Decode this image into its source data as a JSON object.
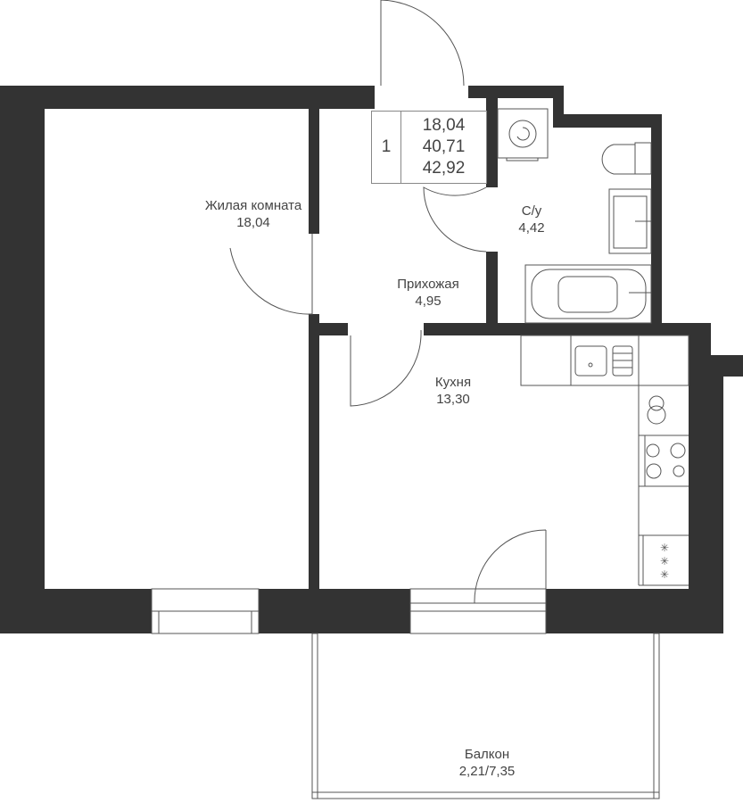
{
  "summary": {
    "rooms": "1",
    "living_area": "18,04",
    "total_area": "40,71",
    "total_with_balcony": "42,92"
  },
  "rooms": [
    {
      "name": "Жилая комната",
      "area": "18,04"
    },
    {
      "name": "Прихожая",
      "area": "4,95"
    },
    {
      "name": "С/у",
      "area": "4,42"
    },
    {
      "name": "Кухня",
      "area": "13,30"
    },
    {
      "name": "Балкон",
      "area": "2,21/7,35"
    }
  ],
  "colors": {
    "wall": "#333333",
    "line": "#555555"
  }
}
